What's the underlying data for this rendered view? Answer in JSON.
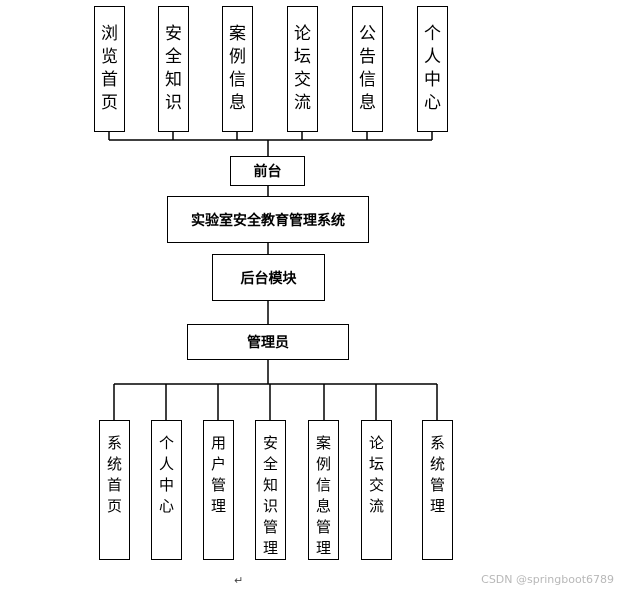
{
  "top_row": [
    {
      "label": "浏览首页"
    },
    {
      "label": "安全知识"
    },
    {
      "label": "案例信息"
    },
    {
      "label": "论坛交流"
    },
    {
      "label": "公告信息"
    },
    {
      "label": "个人中心"
    }
  ],
  "front_label": "前台",
  "system_label": "实验室安全教育管理系统",
  "backend_label": "后台模块",
  "admin_label": "管理员",
  "bottom_row": [
    {
      "label": "系统首页"
    },
    {
      "label": "个人中心"
    },
    {
      "label": "用户管理"
    },
    {
      "label": "安全知识管理"
    },
    {
      "label": "案例信息管理"
    },
    {
      "label": "论坛交流"
    },
    {
      "label": "系统管理"
    }
  ],
  "paragraph_mark": "↵",
  "watermark": "CSDN @springboot6789"
}
